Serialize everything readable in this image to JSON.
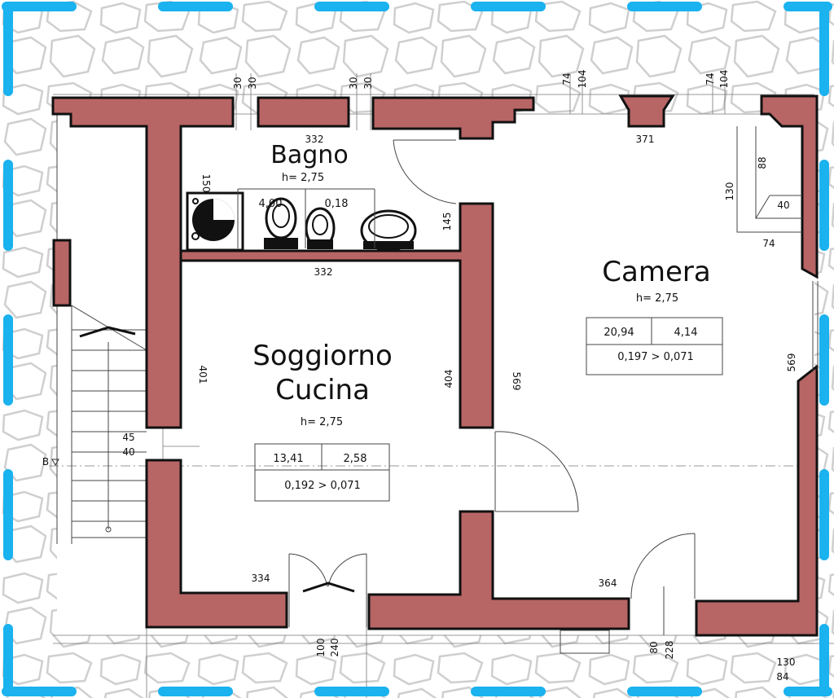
{
  "rooms": {
    "bagno": {
      "name": "Bagno",
      "height": "h= 2,75",
      "table": [
        "4,00",
        "0,18"
      ]
    },
    "soggiorno": {
      "name_line1": "Soggiorno",
      "name_line2": "Cucina",
      "height": "h= 2,75",
      "table": [
        "13,41",
        "2,58",
        "0,192 > 0,071"
      ]
    },
    "camera": {
      "name": "Camera",
      "height": "h= 2,75",
      "table": [
        "20,94",
        "4,14",
        "0,197 > 0,071"
      ]
    }
  },
  "dimensions": {
    "top_30_a": "30",
    "top_30_b": "30",
    "top_30_c": "30",
    "top_30_d": "30",
    "top_74_a": "74",
    "top_104_a": "104",
    "top_74_b": "74",
    "top_104_b": "104",
    "bagno_top": "332",
    "bagno_bottom": "332",
    "bagno_150": "150",
    "bagno_145": "145",
    "camera_371": "371",
    "camera_130": "130",
    "camera_88": "88",
    "camera_40": "40",
    "camera_74": "74",
    "wall_401": "401",
    "wall_404": "404",
    "wall_569_left": "569",
    "wall_569_right": "569",
    "stair_45": "45",
    "stair_40": "40",
    "bottom_334": "334",
    "bottom_364": "364",
    "bottom_100": "100",
    "bottom_240": "240",
    "bottom_80": "80",
    "bottom_228": "228",
    "corner_130": "130",
    "corner_84": "84"
  },
  "section_marker": "B"
}
